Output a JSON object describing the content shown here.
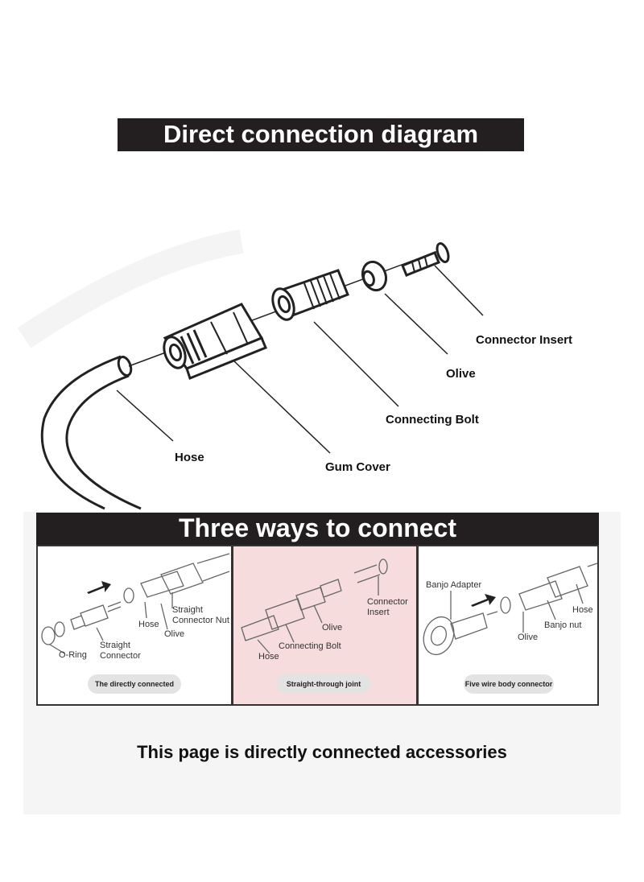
{
  "top_title": "Direct connection diagram",
  "diagram_labels": {
    "connector_insert": "Connector Insert",
    "olive": "Olive",
    "connecting_bolt": "Connecting Bolt",
    "hose": "Hose",
    "gum_cover": "Gum Cover"
  },
  "section_title": "Three ways to connect",
  "panels": [
    {
      "caption": "The directly connected",
      "labels": {
        "o_ring": "O-Ring",
        "straight_connector": "Straight\nConnector",
        "hose": "Hose",
        "olive": "Olive",
        "straight_connector_nut": "Straight\nConnector Nut"
      }
    },
    {
      "caption": "Straight-through joint",
      "labels": {
        "hose": "Hose",
        "connecting_bolt": "Connecting Bolt",
        "olive": "Olive",
        "connector_insert": "Connector\nInsert"
      }
    },
    {
      "caption": "Five wire body connector",
      "labels": {
        "banjo_adapter": "Banjo Adapter",
        "olive": "Olive",
        "banjo_nut": "Banjo nut",
        "hose": "Hose"
      }
    }
  ],
  "footer": "This page is directly connected accessories"
}
